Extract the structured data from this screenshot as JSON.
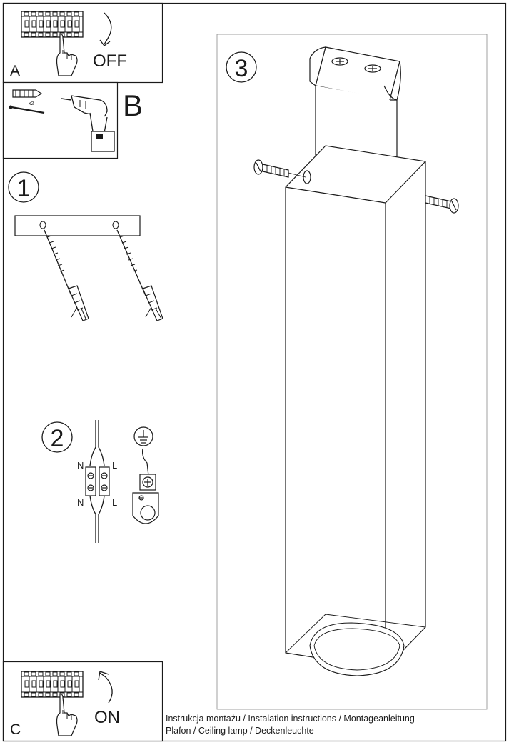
{
  "panels": {
    "a": {
      "label": "A",
      "action": "OFF"
    },
    "b": {
      "label": "B",
      "count": "x2"
    },
    "c": {
      "label": "C",
      "action": "ON"
    }
  },
  "steps": [
    {
      "number": "1"
    },
    {
      "number": "2"
    },
    {
      "number": "3"
    }
  ],
  "wiring": {
    "top_left": "N",
    "top_right": "L",
    "bottom_left": "N",
    "bottom_right": "L"
  },
  "caption": {
    "line1": "Instrukcja montażu / Instalation instructions / Montageanleitung",
    "line2": "Plafon / Ceiling lamp / Deckenleuchte"
  },
  "icons": {
    "breaker": "circuit-breaker-icon",
    "hand": "hand-icon",
    "drill": "drill-icon",
    "ground": "ground-symbol-icon"
  }
}
